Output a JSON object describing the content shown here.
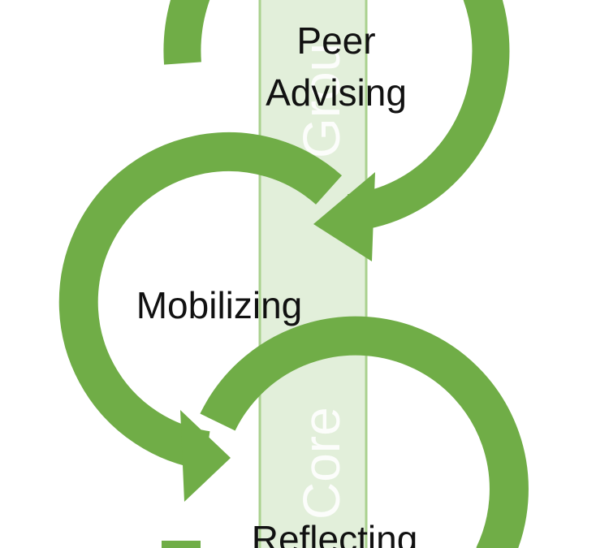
{
  "diagram": {
    "band_text_top": "Grou",
    "band_text_bottom": "Core",
    "stages": [
      {
        "id": "peer-advising",
        "lines": [
          "Peer",
          "Advising"
        ]
      },
      {
        "id": "mobilizing",
        "lines": [
          "Mobilizing"
        ]
      },
      {
        "id": "reflecting",
        "lines": [
          "Reflecting"
        ]
      }
    ],
    "colors": {
      "arrow_green": "#70AD47",
      "band_fill": "#E2EFDA",
      "band_edge": "#A9D18E",
      "text": "#111111"
    },
    "icons": [
      "curved-arrow-icon"
    ]
  }
}
